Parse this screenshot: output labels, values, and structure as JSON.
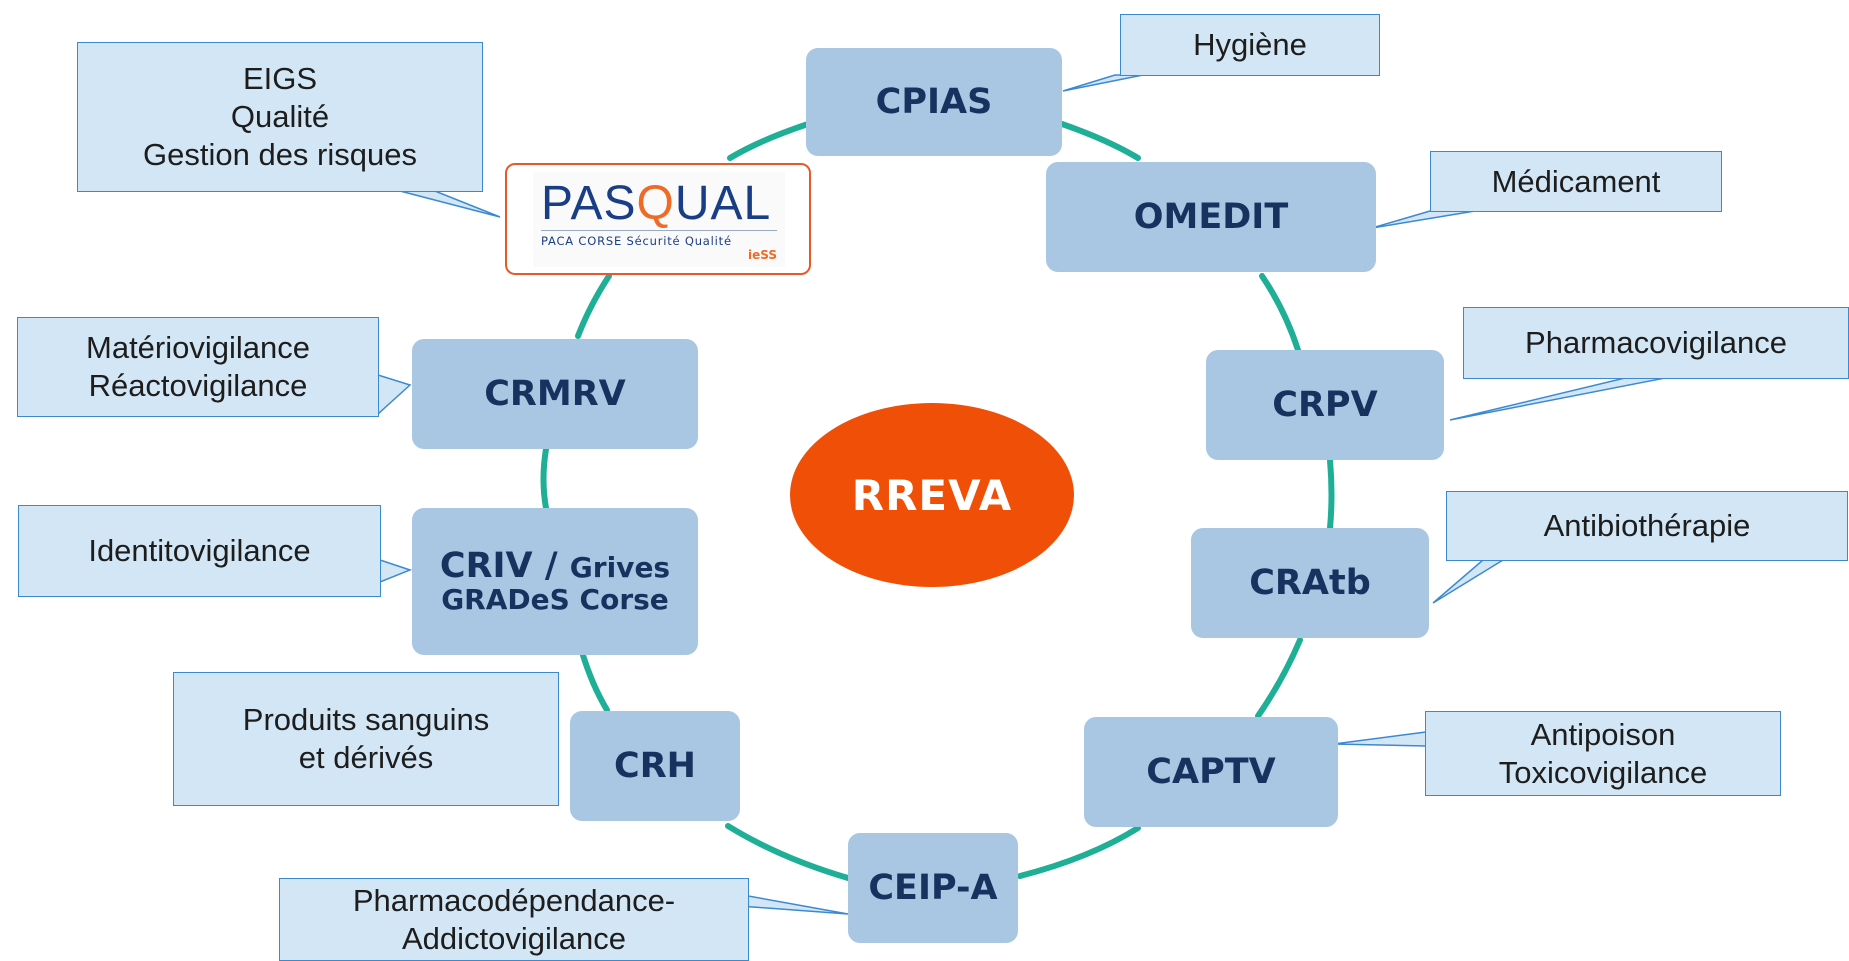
{
  "center": {
    "label": "RREVA"
  },
  "logo": {
    "name_part1": "PAS",
    "name_q": "Q",
    "name_part2": "UAL",
    "subtitle": "PACA CORSE Sécurité Qualité",
    "mark": "ieSS"
  },
  "nodes": {
    "cpias": "CPIAS",
    "omedit": "OMEDIT",
    "crpv": "CRPV",
    "cratb": "CRAtb",
    "captv": "CAPTV",
    "ceipa": "CEIP-A",
    "crh": "CRH",
    "criv_main": "CRIV / ",
    "criv_grives": "Grives",
    "criv_line2": "GRADeS Corse",
    "crmrv": "CRMRV"
  },
  "callouts": {
    "eigs": "EIGS\nQualité\nGestion des risques",
    "hygiene": "Hygiène",
    "medicament": "Médicament",
    "pharmacovigilance": "Pharmacovigilance",
    "antibiotherapie": "Antibiothérapie",
    "antipoison": "Antipoison\nToxicovigilance",
    "pharmacodependance": "Pharmacodépendance-\nAddictovigilance",
    "produits_sanguins": "Produits sanguins\net dérivés",
    "identitovigilance": "Identitovigilance",
    "materiovigilance": "Matériovigilance\nRéactovigilance"
  },
  "colors": {
    "ring": "#1fae96",
    "node_fill": "#a9c6e2",
    "node_text": "#17325f",
    "callout_fill": "#d3e6f6",
    "callout_border": "#3b8ad0",
    "center_fill": "#ef4f06",
    "logo_border": "#e8592a"
  }
}
